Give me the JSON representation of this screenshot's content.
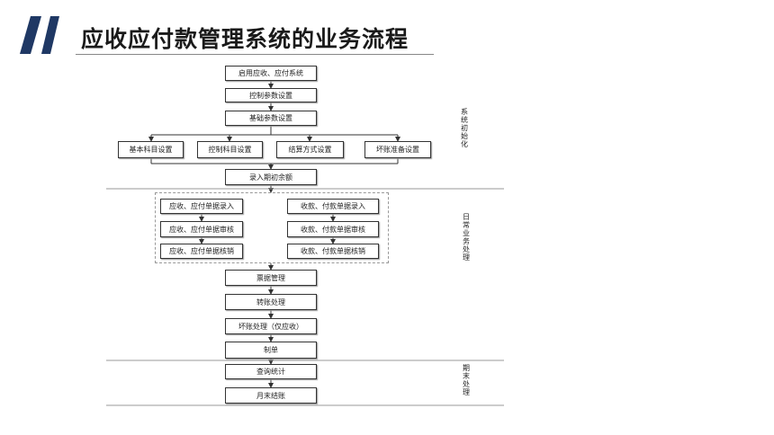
{
  "header": {
    "title": "应收应付款管理系统的业务流程"
  },
  "phases": {
    "init": "系统初始化",
    "daily": "日常业务处理",
    "period_end": "期末处理"
  },
  "steps": {
    "enable_system": "启用应收、应付系统",
    "control_params": "控制参数设置",
    "basic_params": "基础参数设置",
    "basic_subjects": "基本科目设置",
    "control_subjects": "控制科目设置",
    "settlement_methods": "结算方式设置",
    "bad_debt_reserve": "坏账准备设置",
    "opening_balance": "录入期初余额",
    "ar_doc_entry": "应收、应付单据录入",
    "ar_doc_review": "应收、应付单据审核",
    "ar_doc_writeoff": "应收、应付单据核销",
    "receipt_entry": "收款、付款单据录入",
    "receipt_review": "收款、付款单据审核",
    "receipt_writeoff": "收款、付款单据核销",
    "bill_management": "票据管理",
    "transfer": "转账处理",
    "bad_debt_process": "坏账处理（仅应收）",
    "voucher": "制单",
    "query_stats": "查询统计",
    "month_end": "月末结账"
  }
}
